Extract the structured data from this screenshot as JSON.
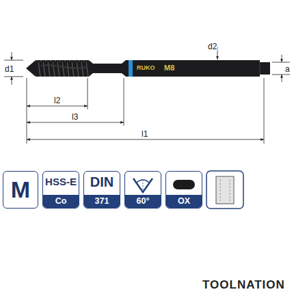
{
  "diagram": {
    "nodes": [
      {
        "text": [
          "M"
        ]
      },
      {
        "text": [
          "HSS-E",
          "Co"
        ]
      },
      {
        "text": [
          "DIN",
          "371"
        ]
      },
      {
        "text": [
          "60°"
        ]
      },
      {
        "text": [
          "OX"
        ]
      }
    ],
    "labels": [
      "d1",
      "d2",
      "a",
      "l2",
      "l3",
      "l1",
      "RUKO",
      "M8",
      "TOOLNATION"
    ]
  }
}
